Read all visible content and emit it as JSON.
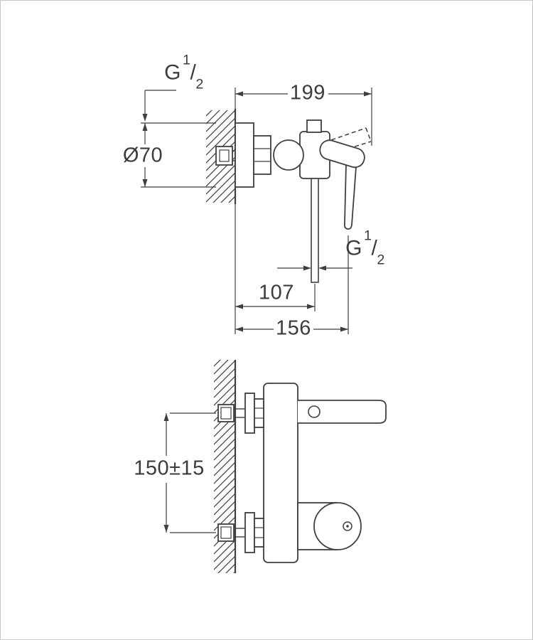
{
  "meta": {
    "background": "#ffffff",
    "line_color": "#3f3f3f",
    "border_color": "#c9c9c9",
    "drawing_type": "technical dimension drawing of wall-mounted single-lever shower mixer (side view top, front view bottom)"
  },
  "labels": {
    "thread_top": {
      "prefix": "G",
      "numerator": "1",
      "slash": "/",
      "denominator": "2"
    },
    "thread_outlet": {
      "prefix": "G",
      "numerator": "1",
      "slash": "/",
      "denominator": "2"
    },
    "escutcheon_diameter": "Ø70",
    "overall_depth": "199",
    "outlet_center_depth": "107",
    "body_depth": "156",
    "inlet_spacing": "150±15"
  }
}
